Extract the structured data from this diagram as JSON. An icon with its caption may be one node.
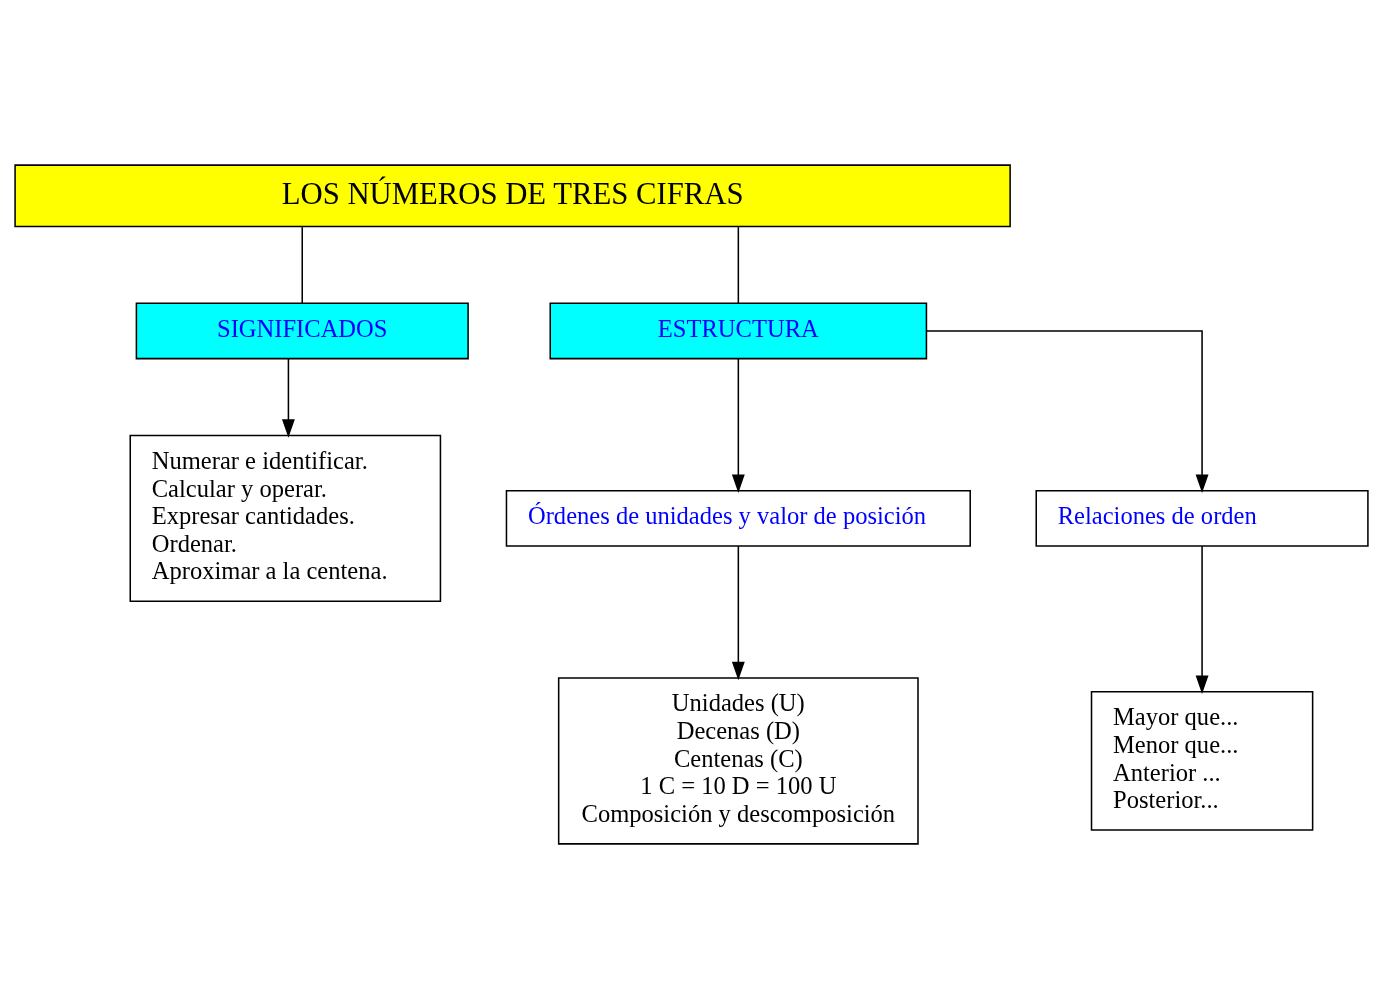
{
  "diagram": {
    "nodes": [
      {
        "text": [
          "LOS NÚMEROS DE TRES CIFRAS"
        ]
      },
      {
        "text": [
          "SIGNIFICADOS"
        ]
      },
      {
        "text": [
          "ESTRUCTURA"
        ]
      },
      {
        "text": [
          "Numerar e identificar.",
          "Calcular y operar.",
          "Expresar cantidades.",
          "Ordenar.",
          "Aproximar a la centena."
        ]
      },
      {
        "text": [
          "Órdenes de unidades y valor de posición"
        ]
      },
      {
        "text": [
          "Relaciones de orden"
        ]
      },
      {
        "text": [
          "Unidades (U)",
          "Decenas (D)",
          "Centenas (C)",
          "1 C = 10 D = 100 U",
          "Composición y descomposición"
        ]
      },
      {
        "text": [
          "Mayor que...",
          "Menor que...",
          "Anterior ...",
          "Posterior..."
        ]
      }
    ],
    "edges": [
      {
        "from": 0,
        "to": 1,
        "arrow": "none"
      },
      {
        "from": 0,
        "to": 2,
        "arrow": "none"
      },
      {
        "from": 1,
        "to": 3,
        "arrow": "to"
      },
      {
        "from": 2,
        "to": 4,
        "arrow": "to"
      },
      {
        "from": 2,
        "to": 5,
        "arrow": "to"
      },
      {
        "from": 4,
        "to": 6,
        "arrow": "to"
      },
      {
        "from": 5,
        "to": 7,
        "arrow": "to"
      }
    ]
  }
}
